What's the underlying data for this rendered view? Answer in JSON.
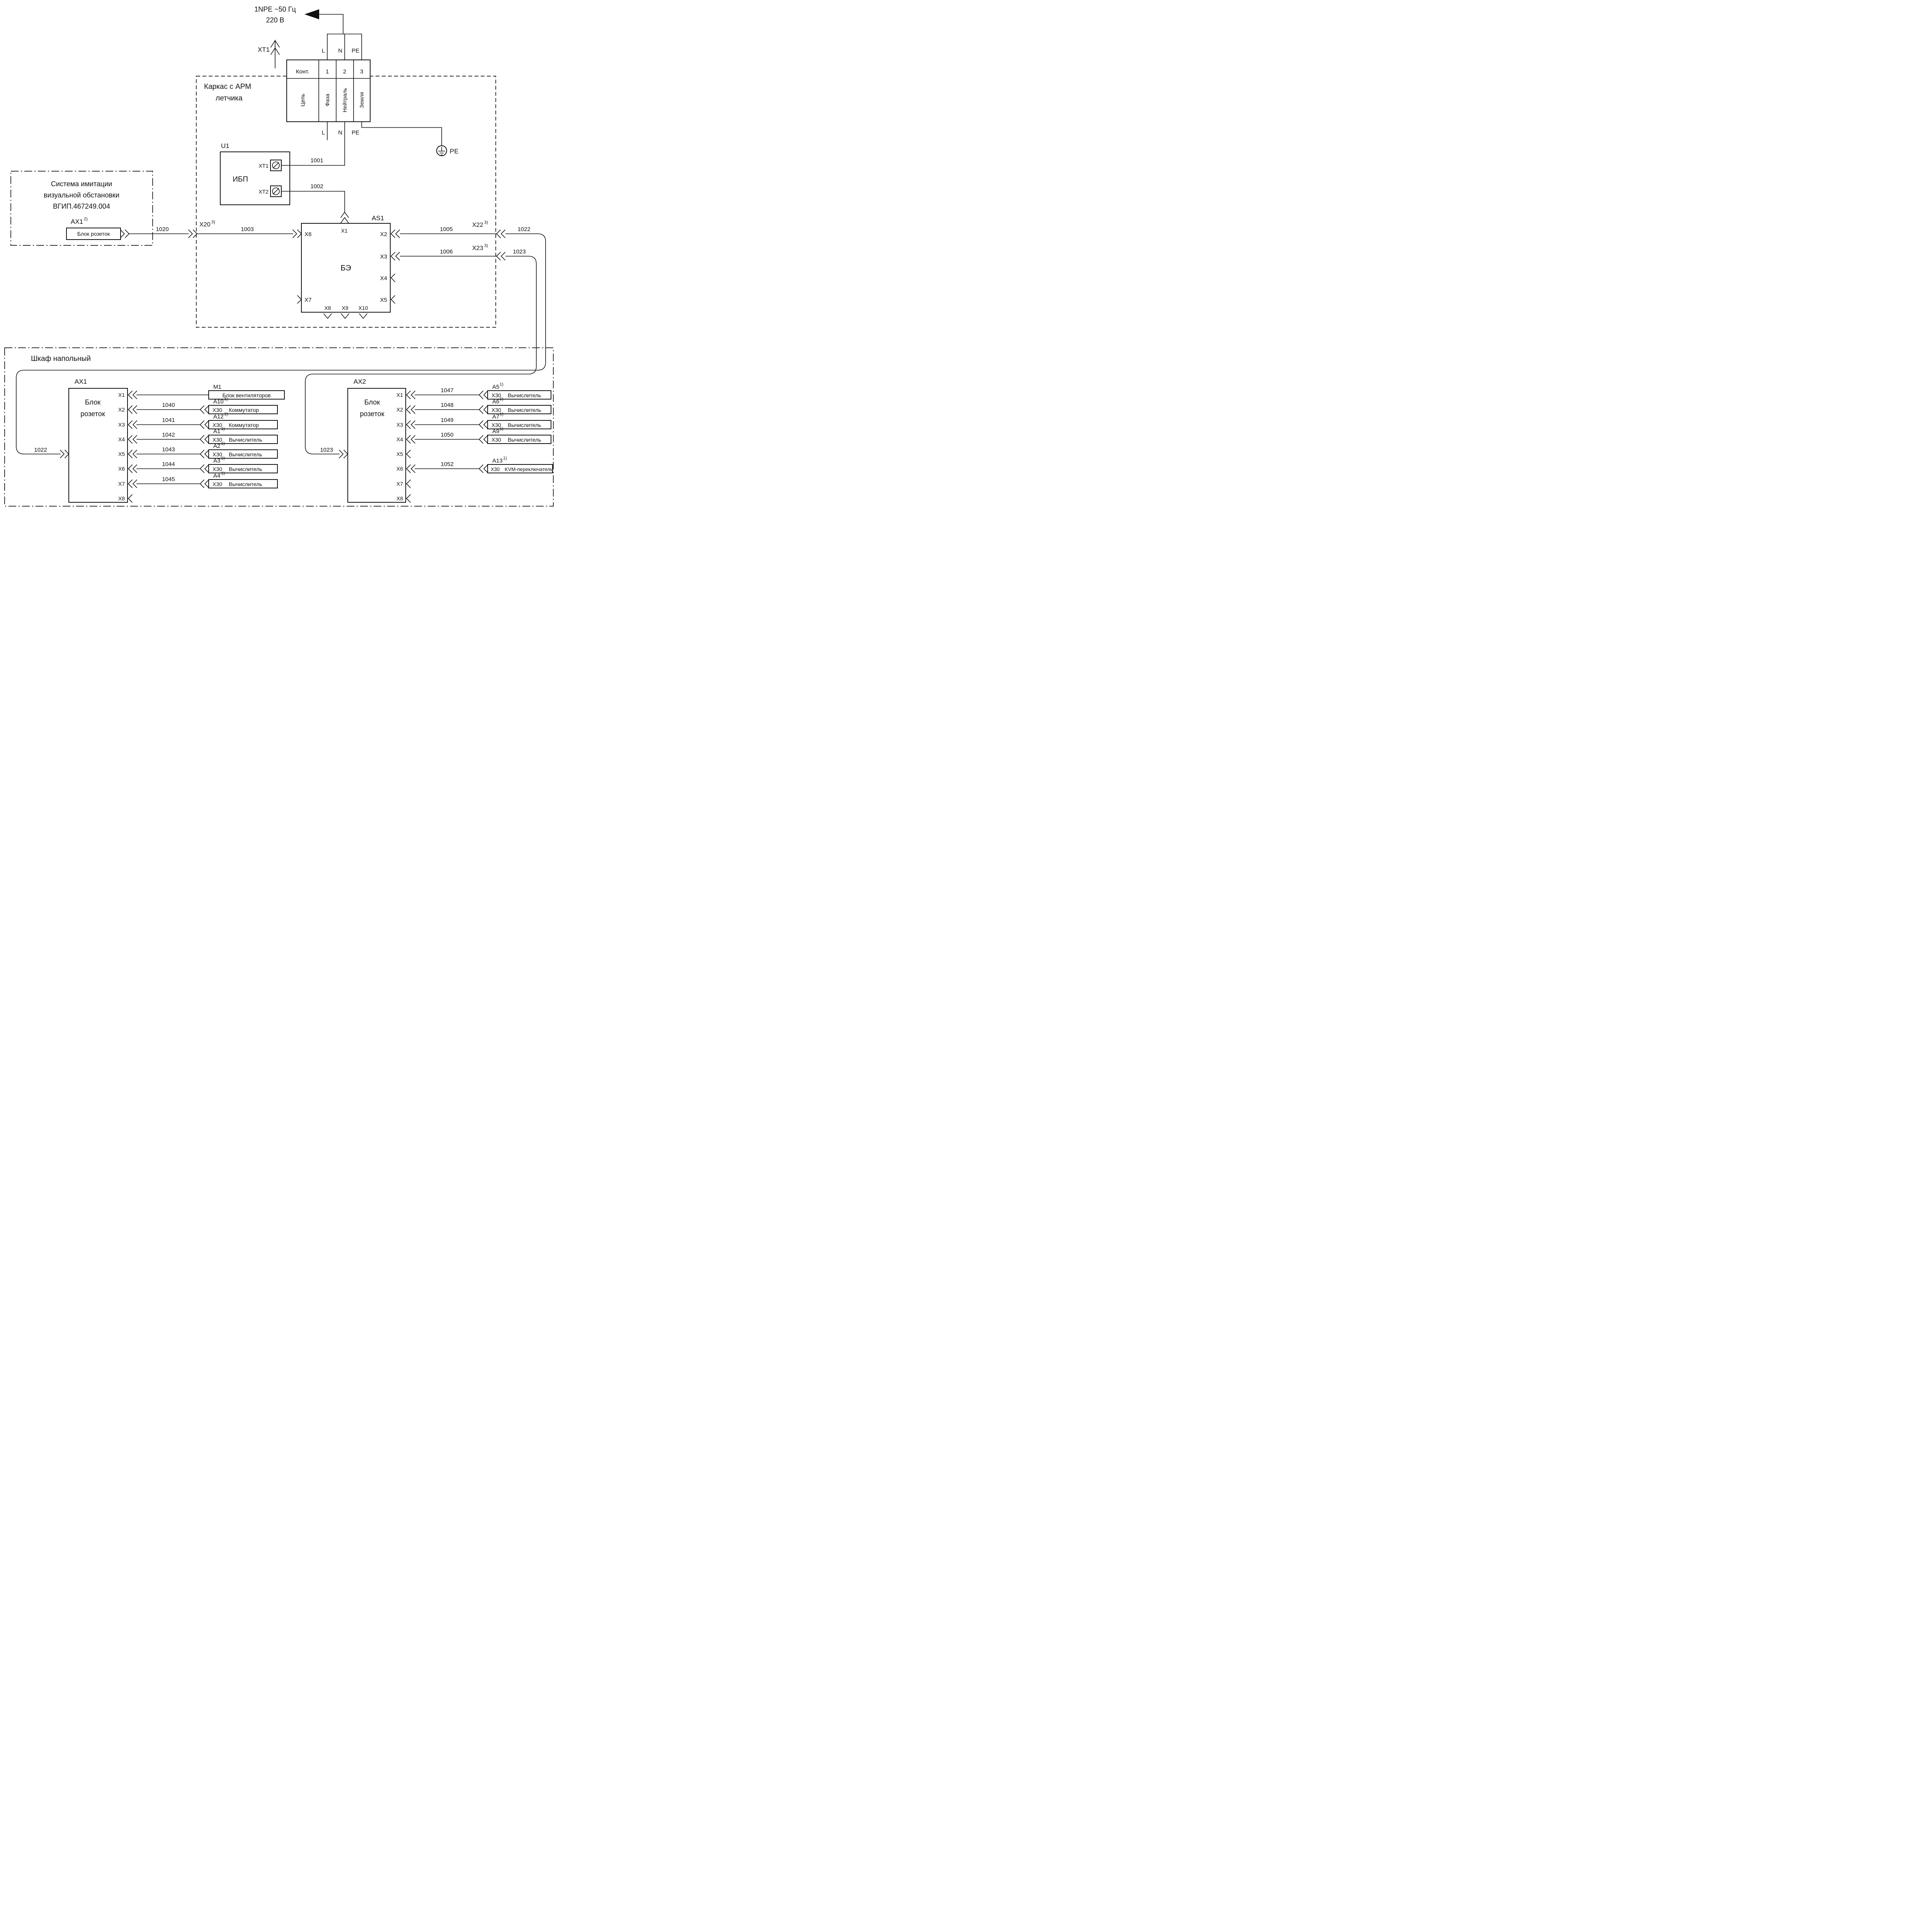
{
  "power": {
    "line1": "1NPE ~50 Гц",
    "line2": "220 В"
  },
  "top_terminal": {
    "ref": "XT1"
  },
  "table": {
    "pins_top": [
      "L",
      "N",
      "PE"
    ],
    "pins_bottom": [
      "L",
      "N",
      "PE"
    ],
    "row1_label": "Конт.",
    "row1_cells": [
      "1",
      "2",
      "3"
    ],
    "row2_label": "Цепь",
    "row2_cells": [
      "Фаза",
      "Нейтраль",
      "Земля"
    ]
  },
  "pe_label": "PE",
  "frame": {
    "title1": "Каркас с АРМ",
    "title2": "летчика"
  },
  "ups": {
    "ref": "U1",
    "name": "ИБП",
    "term1": "XT1",
    "term2": "XT2"
  },
  "be": {
    "ref": "AS1",
    "name": "БЭ",
    "ports": {
      "x1": "X1",
      "x2": "X2",
      "x3": "X3",
      "x4": "X4",
      "x5": "X5",
      "x6": "X6",
      "x7": "X7",
      "x8": "X8",
      "x9": "X9",
      "x10": "X10"
    }
  },
  "sim": {
    "title1": "Система имитации",
    "title2": "визуальной обстановки",
    "title3": "ВГИП.467249.004",
    "ax1": {
      "ref": "AX1",
      "sup": "2)",
      "name": "Блок розеток"
    }
  },
  "bulkheads": {
    "x20": {
      "label": "X20",
      "sup": "3)"
    },
    "x22": {
      "label": "X22",
      "sup": "3)"
    },
    "x23": {
      "label": "X23",
      "sup": "3)"
    }
  },
  "wires": {
    "w1001": "1001",
    "w1002": "1002",
    "w1003": "1003",
    "w1005": "1005",
    "w1006": "1006",
    "w1020": "1020",
    "w1022": "1022",
    "w1023": "1023"
  },
  "cabinet": {
    "title": "Шкаф напольный",
    "ax1": {
      "ref": "AX1",
      "name1": "Блок",
      "name2": "розеток",
      "feed_wire": "1022",
      "ports": [
        "X1",
        "X2",
        "X3",
        "X4",
        "X5",
        "X6",
        "X7",
        "X8"
      ],
      "rows": [
        {
          "ref": "M1",
          "sup": "",
          "wire": "",
          "port": "",
          "device": "Блок вентиляторов"
        },
        {
          "ref": "A10",
          "sup": "1)",
          "wire": "1040",
          "port": "X30",
          "device": "Коммутатор"
        },
        {
          "ref": "A12",
          "sup": "1)",
          "wire": "1041",
          "port": "X30",
          "device": "Коммутатор"
        },
        {
          "ref": "A1",
          "sup": "1)",
          "wire": "1042",
          "port": "X30",
          "device": "Вычислитель"
        },
        {
          "ref": "A2",
          "sup": "1)",
          "wire": "1043",
          "port": "X30",
          "device": "Вычислитель"
        },
        {
          "ref": "A3",
          "sup": "1)",
          "wire": "1044",
          "port": "X30",
          "device": "Вычислитель"
        },
        {
          "ref": "A4",
          "sup": "1)",
          "wire": "1045",
          "port": "X30",
          "device": "Вычислитель"
        }
      ]
    },
    "ax2": {
      "ref": "AX2",
      "name1": "Блок",
      "name2": "розеток",
      "feed_wire": "1023",
      "ports": [
        "X1",
        "X2",
        "X3",
        "X4",
        "X5",
        "X6",
        "X7",
        "X8"
      ],
      "rows": [
        {
          "ref": "A5",
          "sup": "1)",
          "wire": "1047",
          "port": "X30",
          "device": "Вычислитель"
        },
        {
          "ref": "A6",
          "sup": "1)",
          "wire": "1048",
          "port": "X30",
          "device": "Вычислитель"
        },
        {
          "ref": "A7",
          "sup": "1)",
          "wire": "1049",
          "port": "X30",
          "device": "Вычислитель"
        },
        {
          "ref": "A9",
          "sup": "1)",
          "wire": "1050",
          "port": "X30",
          "device": "Вычислитель"
        },
        {
          "ref": "A13",
          "sup": "1)",
          "wire": "1052",
          "port": "X30",
          "device": "KVM-переключатель"
        }
      ]
    }
  }
}
